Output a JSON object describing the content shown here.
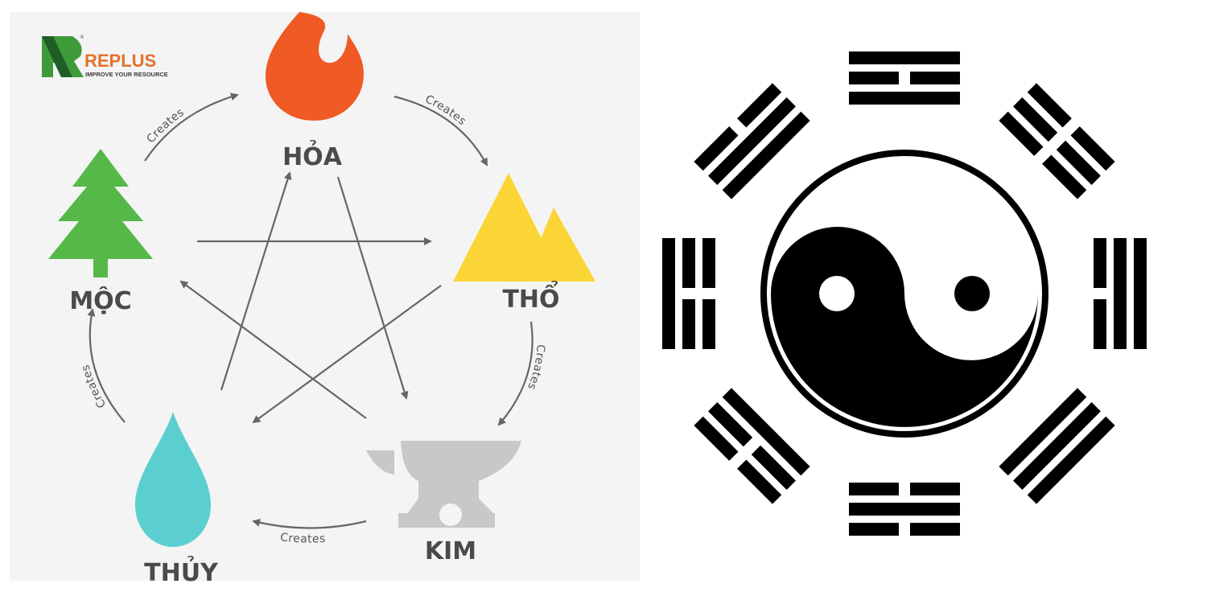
{
  "logo": {
    "brand": "REPLUS",
    "tagline": "IMPROVE YOUR RESOURCE",
    "registered": "®",
    "green": "#3f9a3a",
    "orange": "#e5702a"
  },
  "five_elements": {
    "background": "#f4f4f4",
    "arrow_color": "#666666",
    "elements": [
      {
        "name": "HỎA",
        "icon": "fire-icon",
        "color": "#f05a24"
      },
      {
        "name": "THỔ",
        "icon": "mountain-icon",
        "color": "#fbd535"
      },
      {
        "name": "KIM",
        "icon": "anvil-icon",
        "color": "#c8c8c8"
      },
      {
        "name": "THỦY",
        "icon": "water-drop-icon",
        "color": "#5bcfd0"
      },
      {
        "name": "MỘC",
        "icon": "tree-icon",
        "color": "#55b848"
      }
    ],
    "creates_label": "Creates"
  },
  "bagua": {
    "color": "#000000",
    "trigrams_outer_to_inner": [
      {
        "position": "top",
        "lines": [
          1,
          0,
          1
        ]
      },
      {
        "position": "top-right",
        "lines": [
          0,
          0,
          0
        ]
      },
      {
        "position": "right",
        "lines": [
          1,
          1,
          0
        ]
      },
      {
        "position": "bottom-right",
        "lines": [
          1,
          1,
          1
        ]
      },
      {
        "position": "bottom",
        "lines": [
          0,
          1,
          0
        ]
      },
      {
        "position": "bottom-left",
        "lines": [
          0,
          0,
          1
        ]
      },
      {
        "position": "left",
        "lines": [
          1,
          0,
          0
        ]
      },
      {
        "position": "top-left",
        "lines": [
          0,
          1,
          1
        ]
      }
    ]
  }
}
